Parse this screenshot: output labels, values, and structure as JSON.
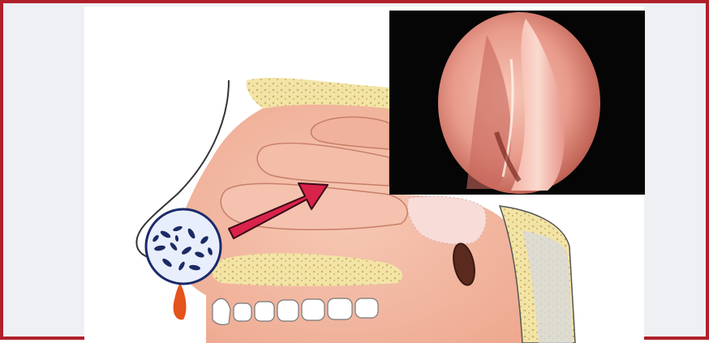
{
  "figure": {
    "kind": "medical illustration",
    "panels": [
      "nasal-cavity-diagram",
      "endoscopic-photo-inset"
    ],
    "colors": {
      "border": "#b0202a",
      "arrow": "#d8234a",
      "tissue": "#f2b8a2",
      "bone": "#f3e4a6",
      "photo_bg": "#050505"
    }
  }
}
